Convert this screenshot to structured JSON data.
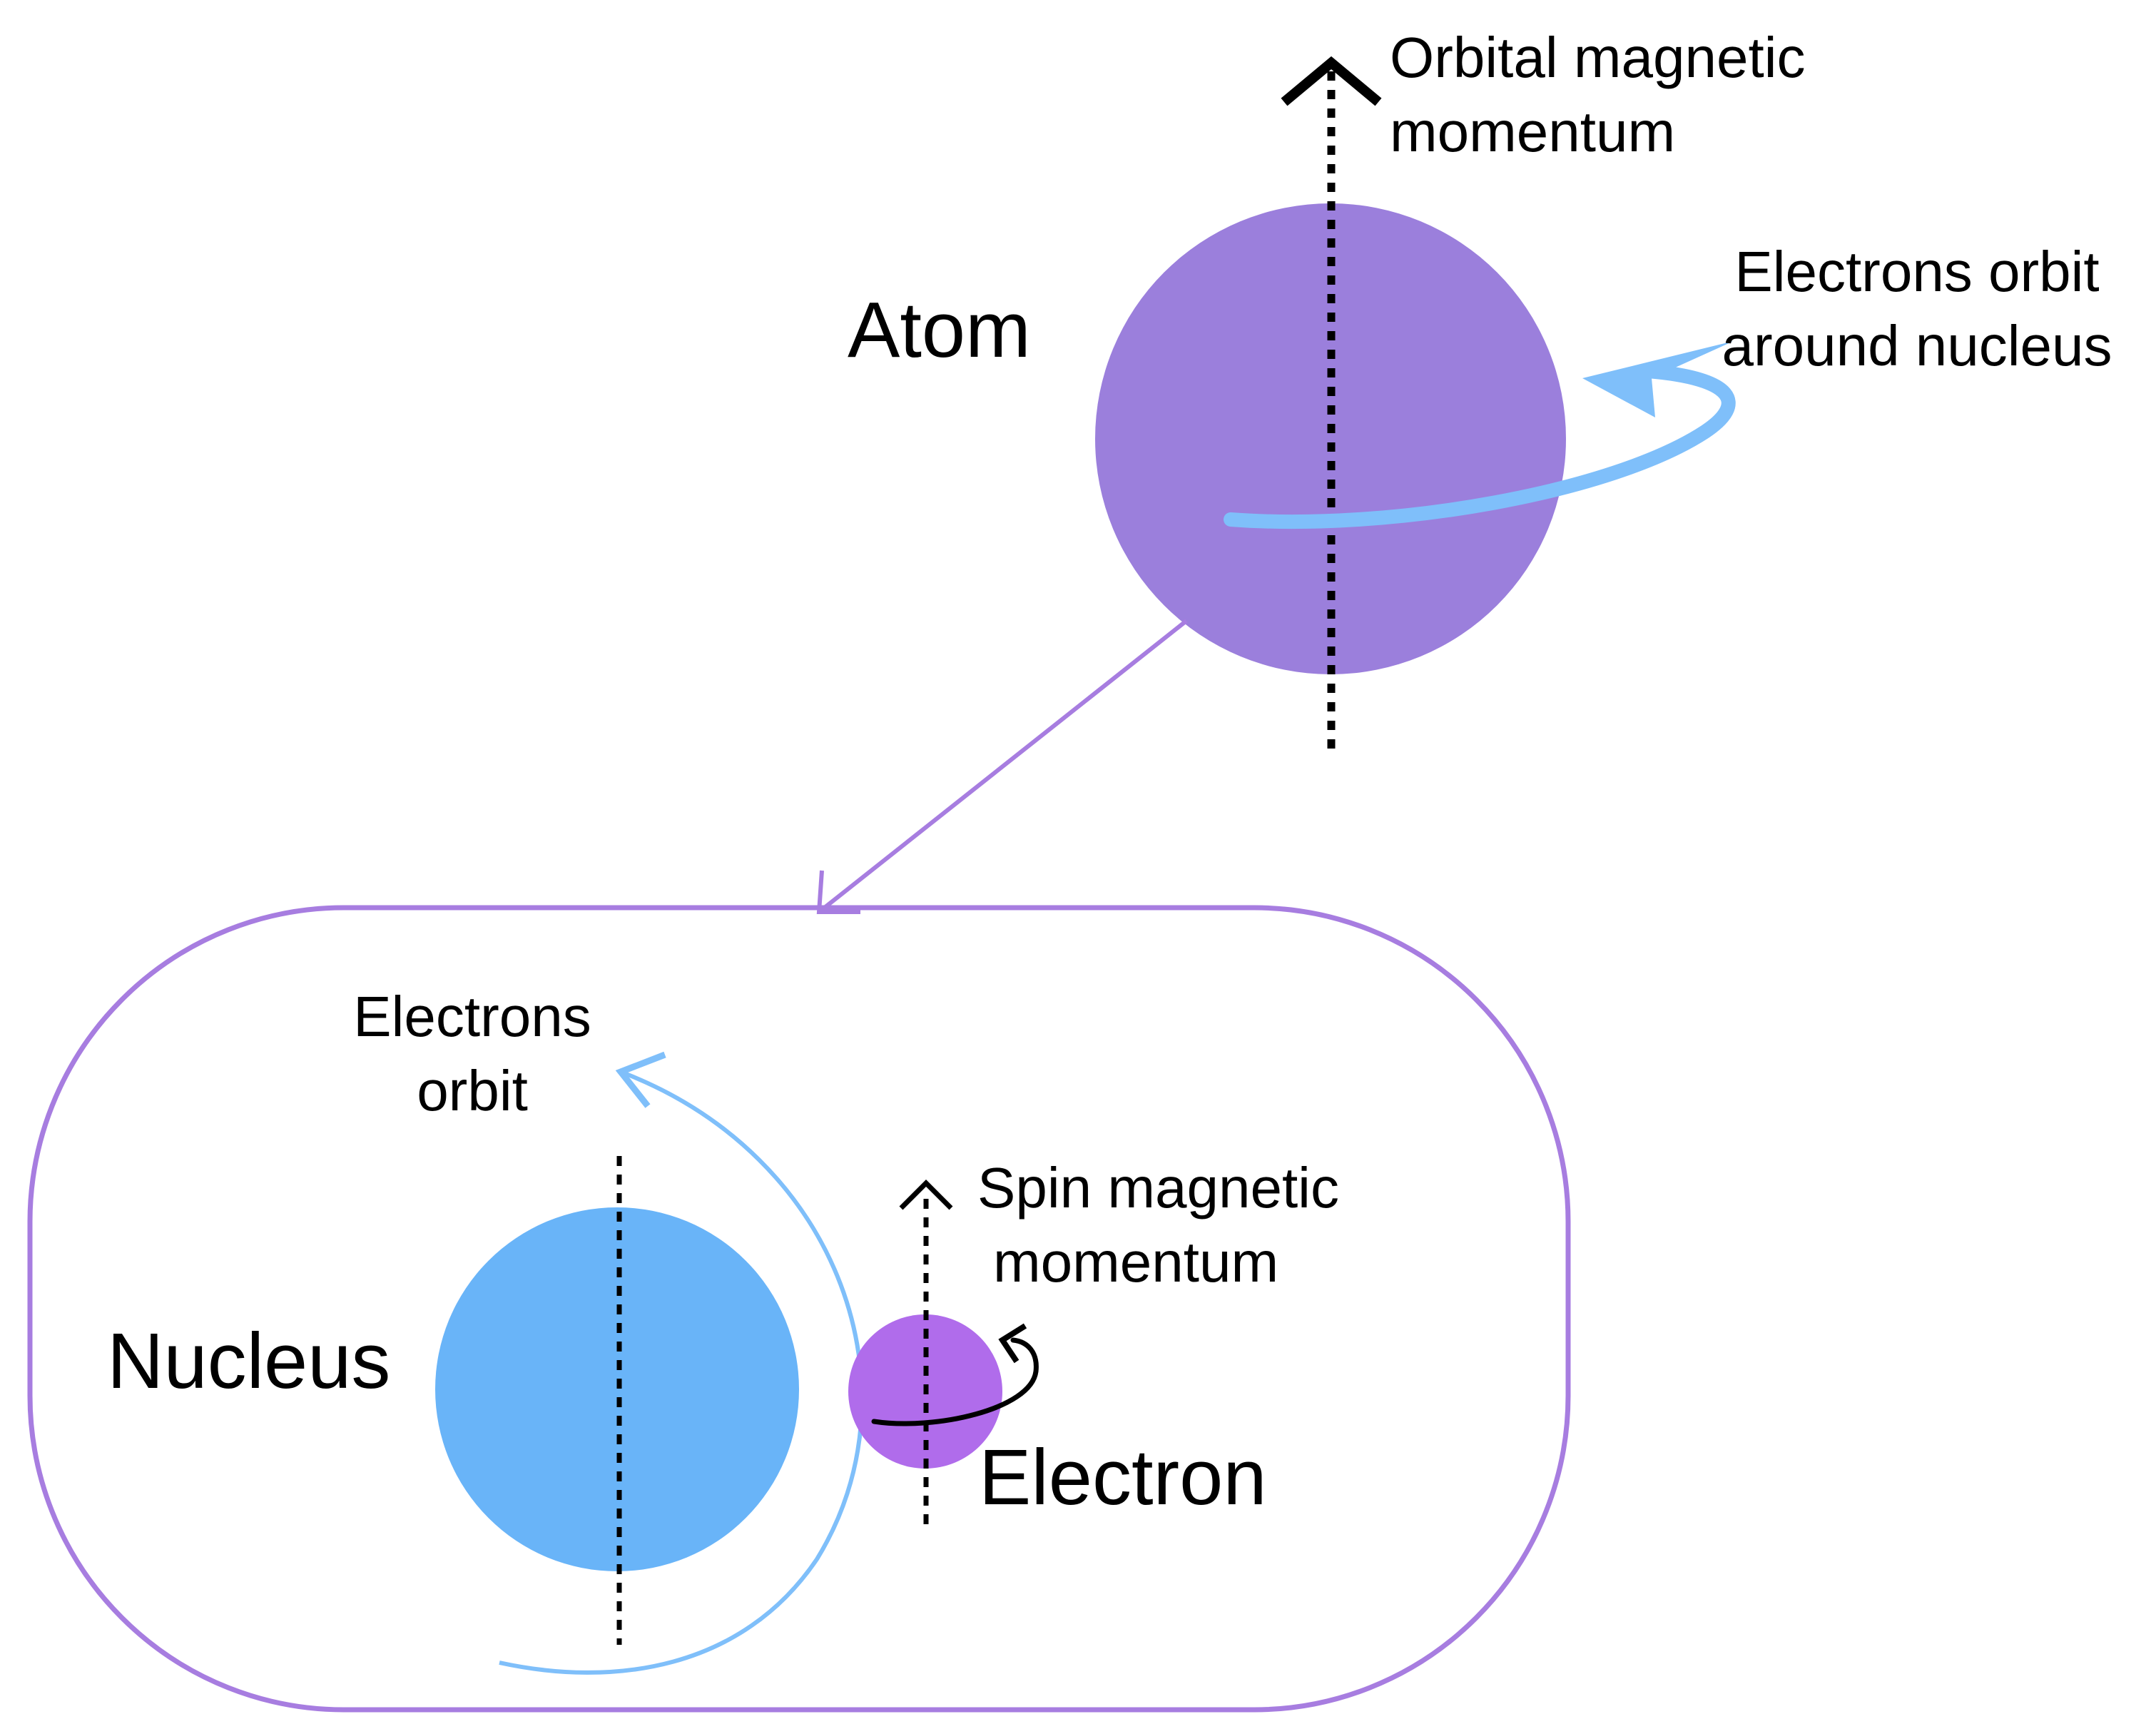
{
  "colors": {
    "atom_fill": "#9B7FDC",
    "nucleus_fill": "#69B4F8",
    "electron_fill": "#B06CEB",
    "orbit_stroke": "#7FBFFA",
    "frame_stroke": "#A77DE0",
    "axis_stroke": "#000000"
  },
  "labels": {
    "atom": "Atom",
    "orbital_moment": [
      "Orbital magnetic",
      "momentum"
    ],
    "electrons_orbit_nucleus": [
      "Electrons orbit",
      "around nucleus"
    ],
    "electrons_orbit": [
      "Electrons",
      "orbit"
    ],
    "spin_moment": [
      "Spin magnetic",
      "momentum"
    ],
    "nucleus": "Nucleus",
    "electron": "Electron"
  }
}
